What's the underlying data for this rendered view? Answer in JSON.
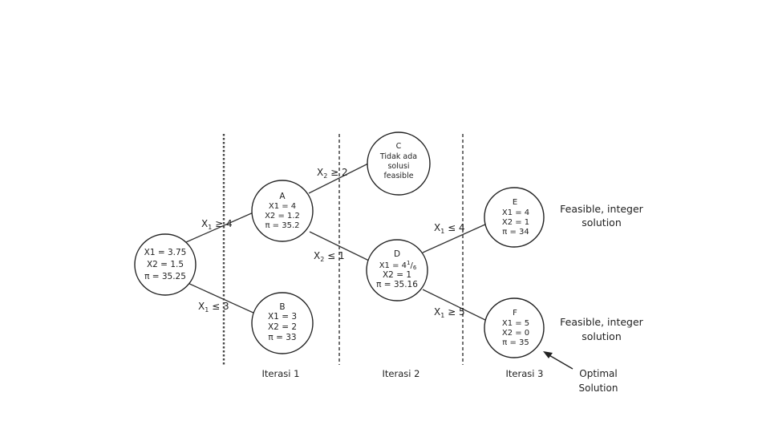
{
  "nodes": {
    "root": {
      "line1": "X1 = 3.75",
      "line2": "X2 = 1.5",
      "line3": "π = 35.25"
    },
    "A": {
      "name": "A",
      "line1": "X1 = 4",
      "line2": "X2 = 1.2",
      "line3": "π = 35.2"
    },
    "B": {
      "name": "B",
      "line1": "X1 = 3",
      "line2": "X2 = 2",
      "line3": "π = 33"
    },
    "C": {
      "name": "C",
      "line1": "Tidak ada",
      "line2": "solusi",
      "line3": "feasible"
    },
    "D": {
      "name": "D",
      "line1_prefix": "X1 = 4",
      "line1_sup": "1",
      "line1_sep": "/",
      "line1_sub": "6",
      "line2": "X2 = 1",
      "line3": "π = 35.16"
    },
    "E": {
      "name": "E",
      "line1": "X1 = 4",
      "line2": "X2 = 1",
      "line3": "π = 34"
    },
    "F": {
      "name": "F",
      "line1": "X1 = 5",
      "line2": "X2 = 0",
      "line3": "π = 35"
    }
  },
  "edges": {
    "root_A": {
      "var": "X",
      "sub": "1",
      "rest": " ≥ 4"
    },
    "root_B": {
      "var": "X",
      "sub": "1",
      "rest": " ≤ 3"
    },
    "A_C": {
      "var": "X",
      "sub": "2",
      "rest": " ≥ 2"
    },
    "A_D": {
      "var": "X",
      "sub": "2",
      "rest": " ≤ 1"
    },
    "D_E": {
      "var": "X",
      "sub": "1",
      "rest": " ≤ 4"
    },
    "D_F": {
      "var": "X",
      "sub": "1",
      "rest": " ≥ 5"
    }
  },
  "iterations": [
    "Iterasi 1",
    "Iterasi 2",
    "Iterasi 3"
  ],
  "annotations": {
    "E_line1": "Feasible, integer",
    "E_line2": "solution",
    "F_line1": "Feasible, integer",
    "F_line2": "solution",
    "optimal_line1": "Optimal",
    "optimal_line2": "Solution"
  }
}
